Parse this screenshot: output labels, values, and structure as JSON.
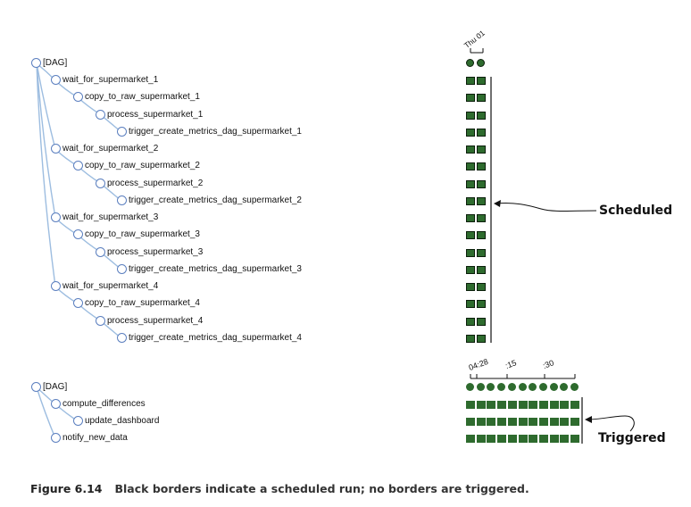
{
  "dag1": {
    "root": "[DAG]",
    "tasks": [
      "wait_for_supermarket_1",
      "copy_to_raw_supermarket_1",
      "process_supermarket_1",
      "trigger_create_metrics_dag_supermarket_1",
      "wait_for_supermarket_2",
      "copy_to_raw_supermarket_2",
      "process_supermarket_2",
      "trigger_create_metrics_dag_supermarket_2",
      "wait_for_supermarket_3",
      "copy_to_raw_supermarket_3",
      "process_supermarket_3",
      "trigger_create_metrics_dag_supermarket_3",
      "wait_for_supermarket_4",
      "copy_to_raw_supermarket_4",
      "process_supermarket_4",
      "trigger_create_metrics_dag_supermarket_4"
    ],
    "header_label": "Thu 01"
  },
  "dag2": {
    "root": "[DAG]",
    "tasks": [
      "compute_differences",
      "update_dashboard",
      "notify_new_data"
    ],
    "ticks": [
      "04:28",
      ":15",
      ":30"
    ],
    "run_count": 11
  },
  "annotations": {
    "scheduled": "Scheduled",
    "triggered": "Triggered"
  },
  "caption": {
    "figure": "Figure 6.14",
    "text": "Black borders indicate a scheduled run; no borders are triggered."
  },
  "colors": {
    "run_green": "#2e6b2e",
    "edge_blue": "#8fb3dd",
    "node_blue": "#5b7fbf"
  }
}
